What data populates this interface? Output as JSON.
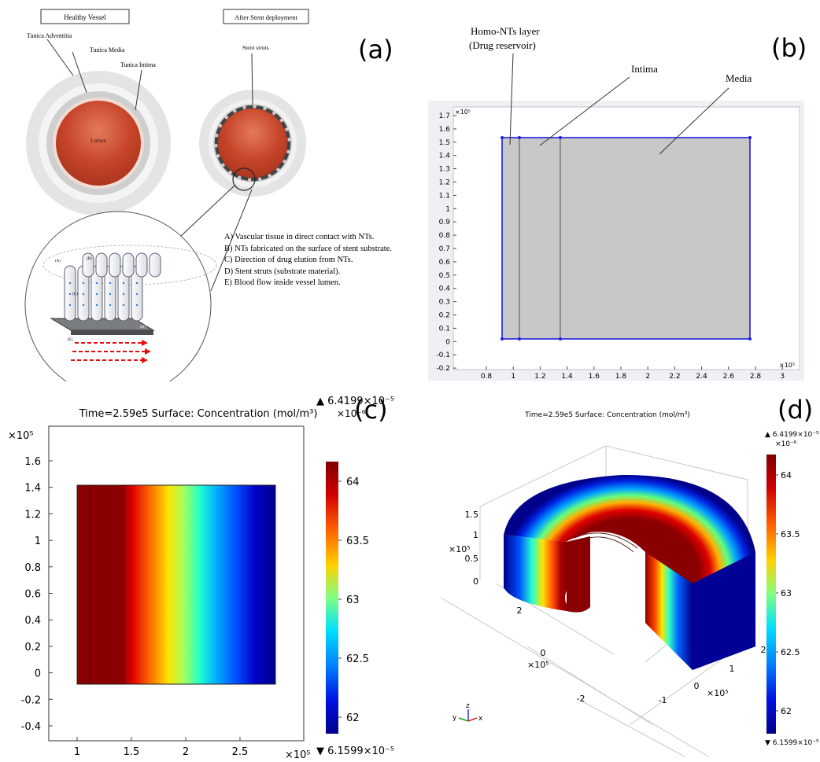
{
  "panel_a": {
    "label": "(a)",
    "box_healthy": "Healthy Vessel",
    "box_stent": "After Stent deployment",
    "layer_labels": [
      "Tunica Adventitia",
      "Tunica Media",
      "Tunica Intima"
    ],
    "lumen_label": "Lumen",
    "stent_struts_label": "Stent struts",
    "inset_labels": [
      "(A)",
      "(B)",
      "(C)",
      "(D)",
      "(E)"
    ],
    "legend": [
      "A) Vascular tissue in direct contact with NTs.",
      "B) NTs fabricated on the surface of stent substrate.",
      "C) Direction of drug elution from NTs.",
      "D) Stent struts (substrate material).",
      "E) Blood flow inside vessel lumen."
    ],
    "colors": {
      "lumen": "#c6452a",
      "layer": "#d9d9d9",
      "arrows": "#e01010"
    }
  },
  "panel_b": {
    "label": "(b)",
    "annotations": [
      "Homo-NTs layer",
      "(Drug reservoir)",
      "Intima",
      "Media"
    ],
    "y_exponent": "×10⁵",
    "x_exponent": "×10⁵",
    "y_ticks": [
      "1.7",
      "1.6",
      "1.5",
      "1.4",
      "1.3",
      "1.2",
      "1.1",
      "1",
      "0.9",
      "0.8",
      "0.7",
      "0.6",
      "0.5",
      "0.4",
      "0.3",
      "0.2",
      "0.1",
      "0",
      "-0.1",
      "-0.2"
    ],
    "x_ticks": [
      "0.8",
      "1",
      "1.2",
      "1.4",
      "1.6",
      "1.8",
      "2",
      "2.2",
      "2.4",
      "2.6",
      "2.8",
      "3"
    ],
    "colors": {
      "domain": "#c8c8c8",
      "edge": "#1f1fe0"
    }
  },
  "panel_c": {
    "label": "(c)",
    "title": "Time=2.59e5   Surface: Concentration (mol/m³)",
    "y_exponent": "×10⁵",
    "x_exponent": "×10⁵",
    "y_ticks": [
      "1.6",
      "1.4",
      "1.2",
      "1",
      "0.8",
      "0.6",
      "0.4",
      "0.2",
      "0",
      "-0.2",
      "-0.4"
    ],
    "x_ticks": [
      "1",
      "1.5",
      "2",
      "2.5"
    ],
    "colorbar_exponent": "×10⁻⁶",
    "colorbar_ticks": [
      "64",
      "63.5",
      "63",
      "62.5",
      "62"
    ],
    "max_label": "▲ 6.4199×10⁻⁵",
    "min_label": "▼ 6.1599×10⁻⁵"
  },
  "panel_d": {
    "label": "(d)",
    "title": "Time=2.59e5   Surface: Concentration (mol/m³)",
    "z_ticks": [
      "1.5",
      "1",
      "0.5",
      "0"
    ],
    "z_exponent": "×10⁵",
    "x_ticks": [
      "2",
      "0",
      "-2"
    ],
    "x_exponent": "×10⁵",
    "y_ticks": [
      "2",
      "1",
      "0",
      "-1"
    ],
    "y_exponent": "×10⁵",
    "axis_letters": [
      "z",
      "y",
      "x"
    ],
    "colorbar_exponent": "×10⁻⁶",
    "colorbar_ticks": [
      "64",
      "63.5",
      "63",
      "62.5",
      "62"
    ],
    "max_label": "▲ 6.4199×10⁻⁵",
    "min_label": "▼ 6.1599×10⁻⁵"
  },
  "colormap": [
    "#7f0000",
    "#c80000",
    "#ff2a00",
    "#ff8a00",
    "#ffe400",
    "#b6ff40",
    "#40ffc0",
    "#00c8ff",
    "#0064ff",
    "#0000cc",
    "#00008a"
  ]
}
